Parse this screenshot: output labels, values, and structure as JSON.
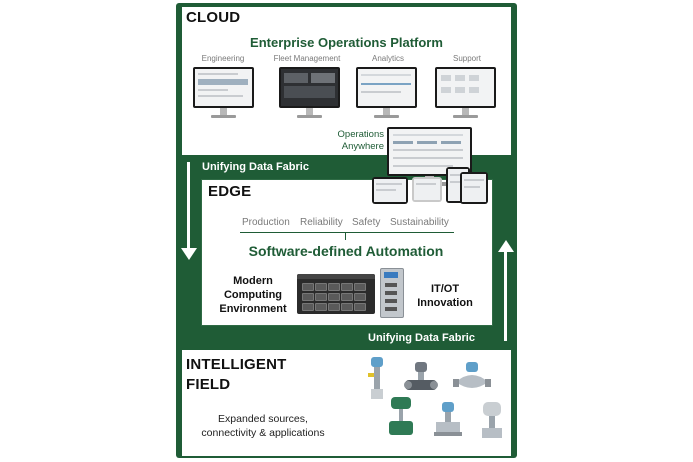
{
  "cloud": {
    "heading": "CLOUD",
    "platform_title": "Enterprise Operations Platform",
    "apps": [
      {
        "label": "Engineering"
      },
      {
        "label": "Fleet Management"
      },
      {
        "label": "Analytics"
      },
      {
        "label": "Support"
      }
    ],
    "ops_anywhere_line1": "Operations",
    "ops_anywhere_line2": "Anywhere"
  },
  "fabric": {
    "top_label": "Unifying Data Fabric",
    "bottom_label": "Unifying Data Fabric"
  },
  "edge": {
    "heading": "EDGE",
    "pillars": [
      "Production",
      "Reliability",
      "Safety",
      "Sustainability"
    ],
    "automation_title": "Software-defined Automation",
    "left_line1": "Modern",
    "left_line2": "Computing",
    "left_line3": "Environment",
    "right_line1": "IT/OT",
    "right_line2": "Innovation"
  },
  "field": {
    "heading_line1": "INTELLIGENT",
    "heading_line2": "FIELD",
    "caption_line1": "Expanded sources,",
    "caption_line2": "connectivity & applications"
  },
  "colors": {
    "brand_green": "#1f5c36",
    "panel_white": "#ffffff",
    "text_dark": "#111111",
    "label_grey": "#7a7a7a"
  },
  "icons": [
    "monitor-icon",
    "tablet-icon",
    "server-icon",
    "io-module-icon",
    "down-arrow-icon",
    "up-arrow-icon",
    "field-device-icon"
  ]
}
